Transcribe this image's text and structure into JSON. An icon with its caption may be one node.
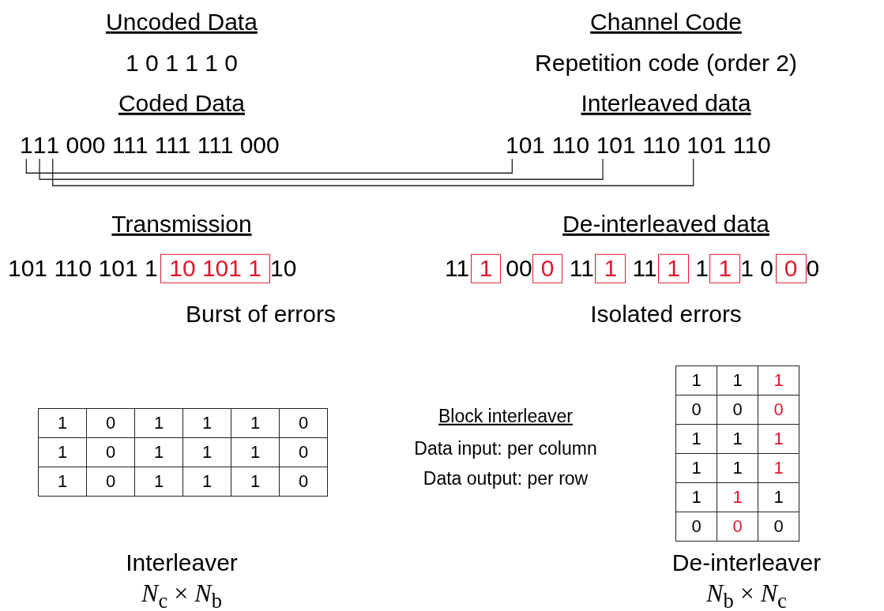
{
  "diagram": {
    "nodes": [
      {
        "text": [
          "1"
        ]
      },
      {
        "text": [
          "1"
        ]
      },
      {
        "text": [
          "1"
        ]
      },
      {
        "text": [
          "101"
        ]
      },
      {
        "text": [
          "101"
        ]
      },
      {
        "text": [
          "101"
        ]
      },
      {
        "text": [
          "10 101 1"
        ]
      },
      {
        "text": [
          "1"
        ]
      },
      {
        "text": [
          "0"
        ]
      },
      {
        "text": [
          "1"
        ]
      },
      {
        "text": [
          "1"
        ]
      },
      {
        "text": [
          "1"
        ]
      },
      {
        "text": [
          "0"
        ]
      }
    ],
    "edges": [
      {
        "from": 0,
        "to": 3,
        "arrow": "none"
      },
      {
        "from": 1,
        "to": 4,
        "arrow": "none"
      },
      {
        "from": 2,
        "to": 5,
        "arrow": "none"
      }
    ],
    "labels": [
      "Uncoded Data",
      "Channel Code",
      "1 0 1 1 1 0",
      "Repetition code (order 2)",
      "Coded Data",
      "Interleaved data",
      "000 111 111 111 000",
      "110",
      "110",
      "110",
      "Transmission",
      "De-interleaved data",
      "101 110 101 1",
      "10",
      "11",
      "00",
      "11",
      "11",
      "1",
      "1 0",
      "0",
      "Burst of errors",
      "Isolated errors",
      "Block interleaver",
      "Data input: per column",
      "Data output: per row",
      "1",
      "1",
      "1",
      "0",
      "0",
      "0",
      "1",
      "1",
      "1",
      "1",
      "1",
      "1",
      "1",
      "1",
      "1",
      "0",
      "0",
      "0",
      "1",
      "0",
      "1",
      "1",
      "1",
      "0",
      "1",
      "0",
      "1",
      "1",
      "1",
      "0",
      "1",
      "0",
      "1",
      "1",
      "1",
      "0",
      "Interleaver",
      "*N*$_{c}$ × *N*$_{b}$",
      "De-interleaver",
      "*N*$_{b}$ × *N*$_{c}$"
    ]
  }
}
